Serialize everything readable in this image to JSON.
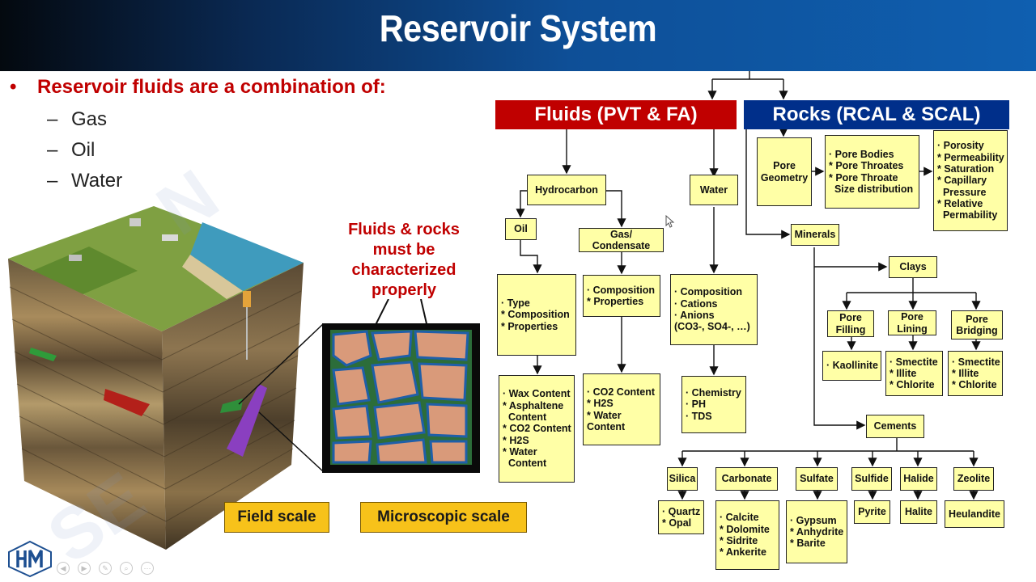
{
  "slide": {
    "title": "Reservoir System"
  },
  "bullets": {
    "main": "Reservoir fluids are a combination of:",
    "bullet_symbol": "•",
    "dash": "–",
    "items": [
      "Gas",
      "Oil",
      "Water"
    ]
  },
  "annotation": "Fluids & rocks must be characterized properly",
  "scales": {
    "field": "Field scale",
    "microscopic": "Microscopic scale"
  },
  "diagram": {
    "fluids_header": "Fluids (PVT & FA)",
    "rocks_header": "Rocks (RCAL & SCAL)",
    "hydrocarbon": "Hydrocarbon",
    "water": "Water",
    "oil": "Oil",
    "gas_condensate": "Gas/\nCondensate",
    "oil_props": "· Type\n* Composition\n* Properties",
    "gas_props": "· Composition\n* Properties",
    "water_comp": "· Composition\n· Cations\n· Anions\n(CO3-, SO4-, …)",
    "oil_content": "· Wax Content\n* Asphaltene\n  Content\n* CO2 Content\n* H2S\n* Water\n  Content",
    "gas_content": "· CO2 Content\n* H2S\n* Water\nContent",
    "water_chem": "· Chemistry\n· PH\n· TDS",
    "pore_geometry": "Pore\nGeometry",
    "pore_bodies": "· Pore Bodies\n* Pore Throates\n* Pore Throate\n  Size distribution",
    "rock_props": "· Porosity\n* Permeability\n* Saturation\n* Capillary\n  Pressure\n* Relative\n  Permability",
    "minerals": "Minerals",
    "clays": "Clays",
    "pore_filling": "Pore\nFilling",
    "pore_lining": "Pore\nLining",
    "pore_bridging": "Pore\nBridging",
    "kaolinite": "· Kaollinite",
    "lining_list": "· Smectite\n* Illite\n* Chlorite",
    "bridging_list": "· Smectite\n* Illite\n* Chlorite",
    "cements": "Cements",
    "silica": "Silica",
    "carbonate": "Carbonate",
    "sulfate": "Sulfate",
    "sulfide": "Sulfide",
    "halide": "Halide",
    "zeolite": "Zeolite",
    "silica_list": "· Quartz\n* Opal",
    "carbonate_list": "· Calcite\n* Dolomite\n* Sidrite\n* Ankerite",
    "sulfate_list": "· Gypsum\n* Anhydrite\n* Barite",
    "pyrite": "Pyrite",
    "halite": "Halite",
    "heulandite": "Heulandite"
  },
  "colors": {
    "title_gradient_end": "#0f5fb0",
    "red": "#c00000",
    "blue": "#002f8a",
    "box_fill": "#ffffa6",
    "scale_fill": "#f7c21a"
  },
  "icons": [
    "company-logo-icon",
    "pointer-icon",
    "cursor-icon"
  ]
}
